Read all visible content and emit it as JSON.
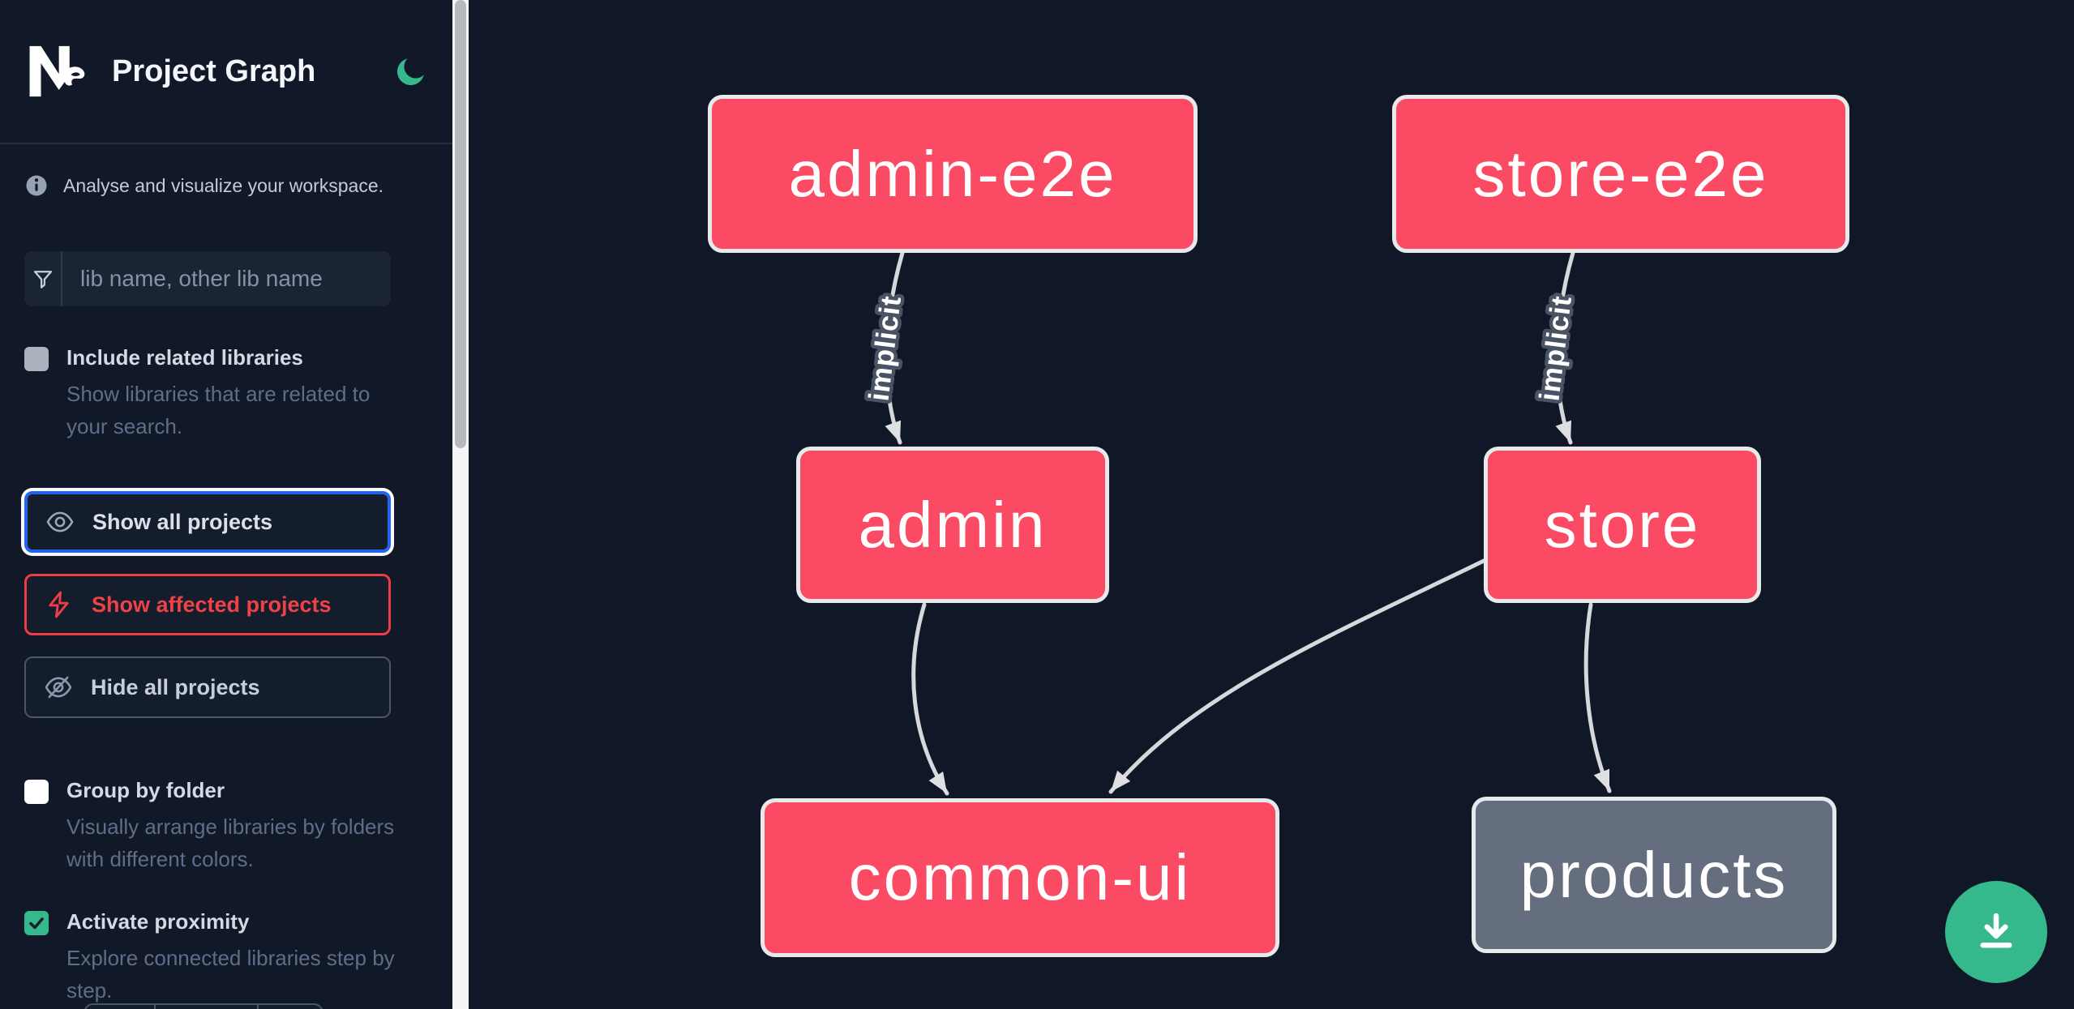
{
  "header": {
    "logo": "Nx",
    "title": "Project Graph",
    "theme_toggle_icon": "moon-icon"
  },
  "sidebar": {
    "tagline": "Analyse and visualize your workspace.",
    "search": {
      "icon": "funnel-icon",
      "placeholder": "lib name, other lib name",
      "value": ""
    },
    "checkboxes": [
      {
        "label": "Include related libraries",
        "description": "Show libraries that are related to your search.",
        "checked": false
      },
      {
        "label": "Group by folder",
        "description": "Visually arrange libraries by folders with different colors.",
        "checked": false
      },
      {
        "label": "Activate proximity",
        "description": "Explore connected libraries step by step.",
        "checked": true
      }
    ],
    "buttons": [
      {
        "label": "Show all projects",
        "icon": "eye-icon",
        "state": "focused"
      },
      {
        "label": "Show affected projects",
        "icon": "bolt-icon",
        "state": "default"
      },
      {
        "label": "Hide all projects",
        "icon": "eye-slash-icon",
        "state": "default"
      }
    ]
  },
  "graph": {
    "nodes": [
      {
        "id": "admin-e2e",
        "label": "admin-e2e",
        "type": "affected"
      },
      {
        "id": "store-e2e",
        "label": "store-e2e",
        "type": "affected"
      },
      {
        "id": "admin",
        "label": "admin",
        "type": "affected"
      },
      {
        "id": "store",
        "label": "store",
        "type": "affected"
      },
      {
        "id": "common-ui",
        "label": "common-ui",
        "type": "affected"
      },
      {
        "id": "products",
        "label": "products",
        "type": "plain"
      }
    ],
    "edges": [
      {
        "from": "admin-e2e",
        "to": "admin",
        "label": "implicit"
      },
      {
        "from": "store-e2e",
        "to": "store",
        "label": "implicit"
      },
      {
        "from": "admin",
        "to": "common-ui",
        "label": ""
      },
      {
        "from": "store",
        "to": "common-ui",
        "label": ""
      },
      {
        "from": "store",
        "to": "products",
        "label": ""
      }
    ]
  },
  "fab": {
    "icon": "download-icon"
  },
  "colors": {
    "background": "#101726",
    "sidebar": "#111827",
    "node_affected": "#fb4a64",
    "node_plain": "#656e7e",
    "node_border": "#e8e9eb",
    "edge": "#d6d8db",
    "accent_green": "#35b88c",
    "accent_blue": "#2563eb",
    "accent_red": "#ee3d46"
  }
}
